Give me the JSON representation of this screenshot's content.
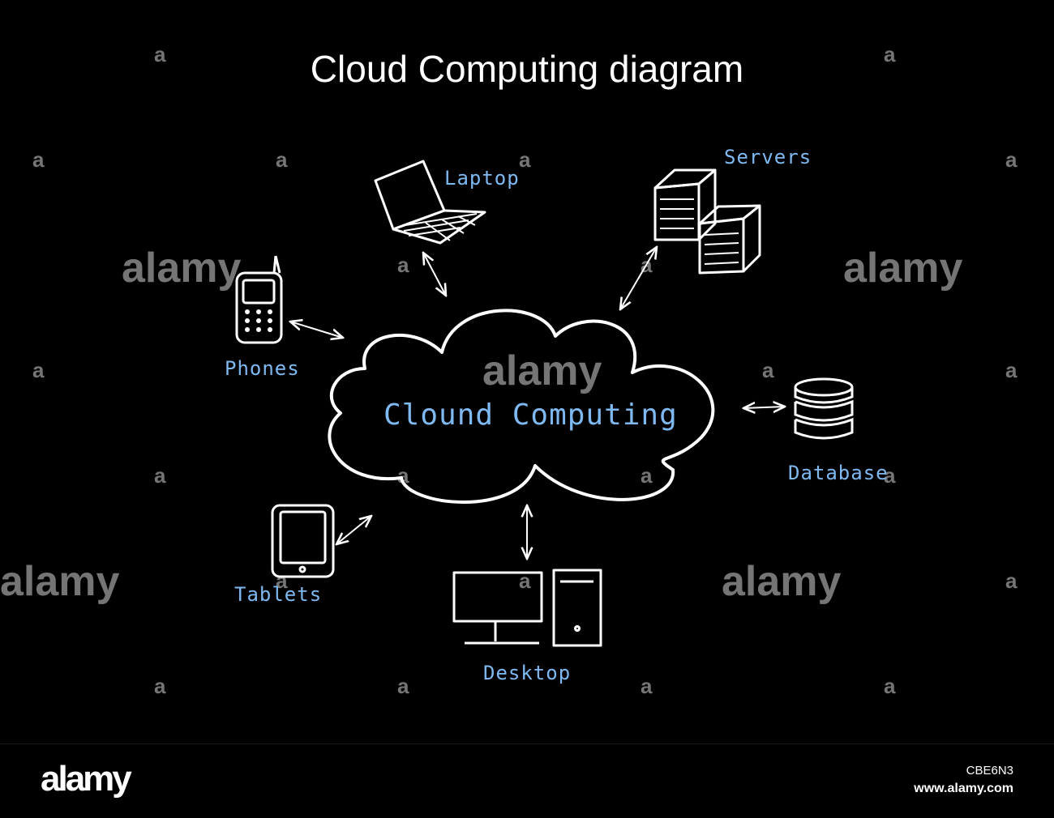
{
  "title": "Cloud Computing diagram",
  "colors": {
    "background": "#000000",
    "line": "#ffffff",
    "label": "#7fb9f2"
  },
  "center": {
    "label": "Clound Computing"
  },
  "nodes": [
    {
      "id": "laptop",
      "label": "Laptop",
      "icon": "laptop-icon"
    },
    {
      "id": "servers",
      "label": "Servers",
      "icon": "server-icon"
    },
    {
      "id": "phones",
      "label": "Phones",
      "icon": "phone-icon"
    },
    {
      "id": "database",
      "label": "Database",
      "icon": "database-icon"
    },
    {
      "id": "tablets",
      "label": "Tablets",
      "icon": "tablet-icon"
    },
    {
      "id": "desktop",
      "label": "Desktop",
      "icon": "desktop-icon"
    }
  ],
  "edges": [
    {
      "from": "cloud",
      "to": "laptop",
      "type": "bidirectional"
    },
    {
      "from": "cloud",
      "to": "servers",
      "type": "bidirectional"
    },
    {
      "from": "cloud",
      "to": "phones",
      "type": "bidirectional"
    },
    {
      "from": "cloud",
      "to": "database",
      "type": "bidirectional"
    },
    {
      "from": "cloud",
      "to": "tablets",
      "type": "bidirectional"
    },
    {
      "from": "cloud",
      "to": "desktop",
      "type": "bidirectional"
    }
  ],
  "watermark": {
    "text": "alamy",
    "small": "a"
  },
  "footer": {
    "logo": "alamy",
    "image_id": "CBE6N3",
    "url": "www.alamy.com"
  }
}
